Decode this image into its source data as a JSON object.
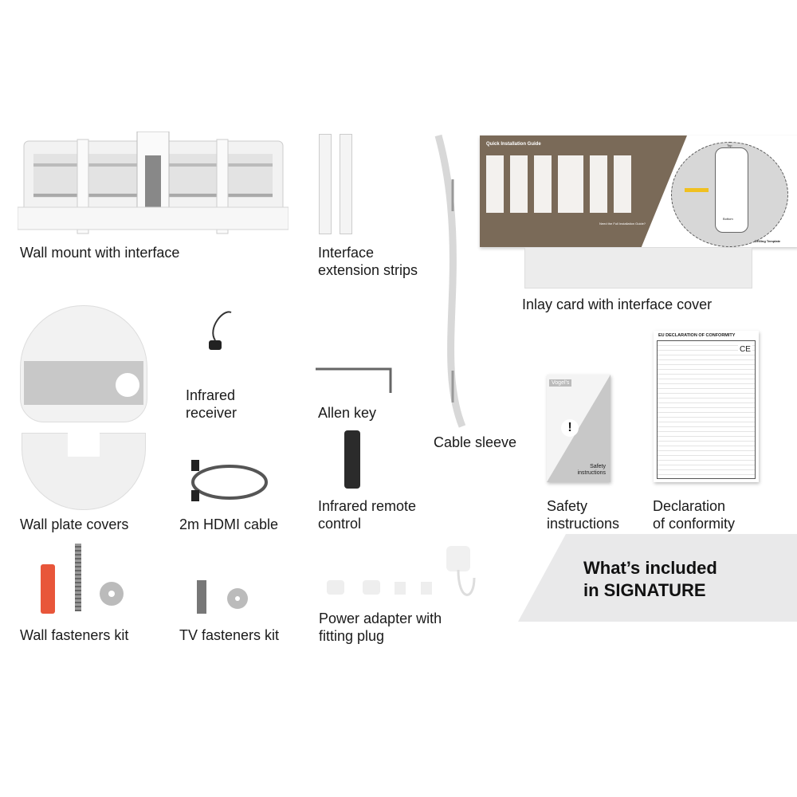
{
  "items": [
    {
      "name": "wall-mount",
      "lines": [
        "Wall mount with interface"
      ]
    },
    {
      "name": "extension-strips",
      "lines": [
        "Interface",
        "extension strips"
      ]
    },
    {
      "name": "inlay-card",
      "lines": [
        "Inlay card with interface cover"
      ]
    },
    {
      "name": "infrared-receiver",
      "lines": [
        "Infrared",
        "receiver"
      ]
    },
    {
      "name": "allen-key",
      "lines": [
        "Allen key"
      ]
    },
    {
      "name": "cable-sleeve",
      "lines": [
        "Cable sleeve"
      ]
    },
    {
      "name": "wall-plate-covers",
      "lines": [
        "Wall plate covers"
      ]
    },
    {
      "name": "hdmi-cable",
      "lines": [
        "2m HDMI cable"
      ]
    },
    {
      "name": "remote-control",
      "lines": [
        "Infrared remote",
        "control"
      ]
    },
    {
      "name": "safety-instructions",
      "lines": [
        "Safety",
        "instructions"
      ]
    },
    {
      "name": "declaration",
      "lines": [
        "Declaration",
        "of conformity"
      ]
    },
    {
      "name": "wall-fasteners",
      "lines": [
        "Wall fasteners kit"
      ]
    },
    {
      "name": "tv-fasteners",
      "lines": [
        "TV fasteners kit"
      ]
    },
    {
      "name": "power-adapter",
      "lines": [
        "Power adapter with",
        "fitting plug"
      ]
    }
  ],
  "banner": {
    "line1": "What’s included",
    "line2": "in SIGNATURE"
  },
  "inlay_card": {
    "guide_title": "Quick Installation Guide",
    "help_title": "Need the Full Installation Guide?",
    "template_top": "Top",
    "template_bottom": "Bottom",
    "template_label": "Drilling Template"
  },
  "safety_booklet": {
    "brand": "Vogel's",
    "title": "Safety instructions"
  },
  "declaration_doc": {
    "title": "EU DECLARATION OF CONFORMITY",
    "mark": "CE"
  },
  "colors": {
    "banner_bg": "#e9e9ea",
    "guide_brown": "#7a6a58",
    "accent_orange": "#e8632b"
  }
}
